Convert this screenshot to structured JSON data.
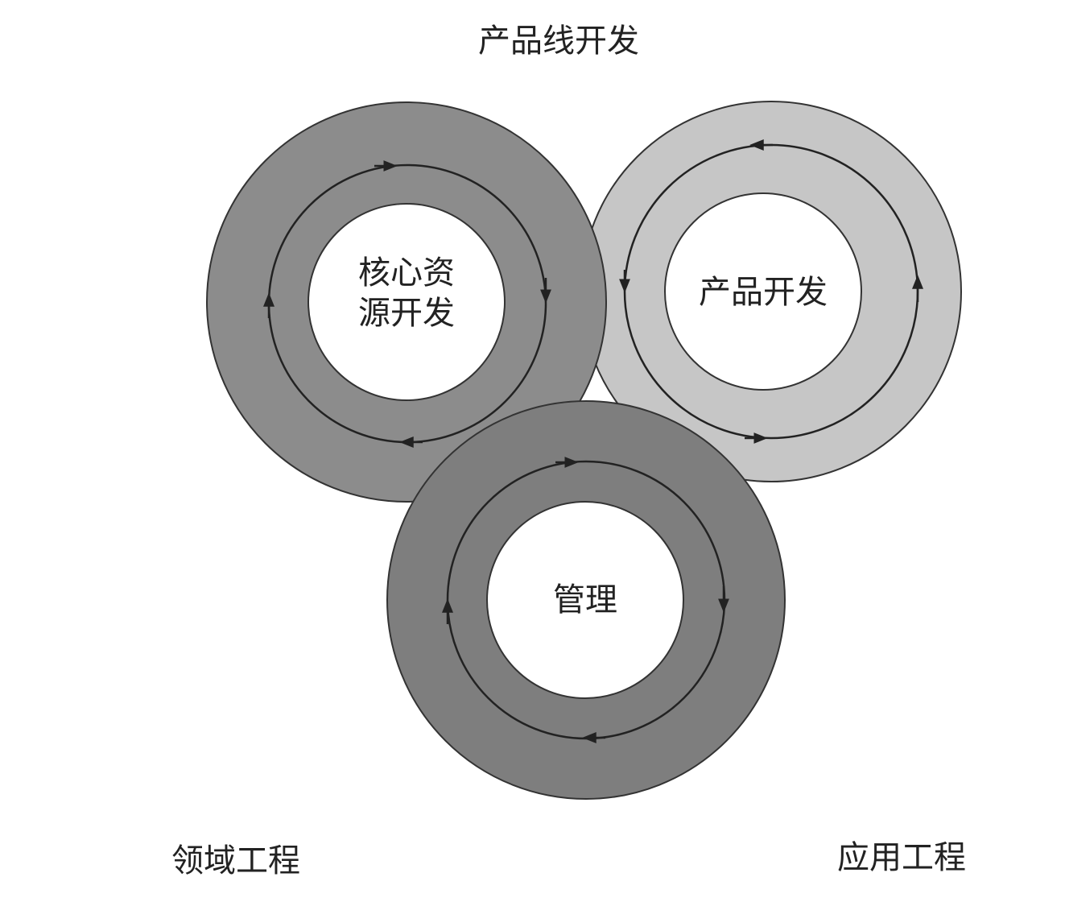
{
  "title": "产品线开发",
  "circles": {
    "core_asset": {
      "label_line1": "核心资",
      "label_line2": "源开发",
      "fill": "#8c8c8c",
      "direction": "clockwise"
    },
    "product": {
      "label": "产品开发",
      "fill": "#c6c6c6",
      "direction": "counterclockwise"
    },
    "management": {
      "label": "管理",
      "fill": "#7e7e7e",
      "direction": "clockwise"
    }
  },
  "bottom_left_label": "领域工程",
  "bottom_right_label": "应用工程"
}
